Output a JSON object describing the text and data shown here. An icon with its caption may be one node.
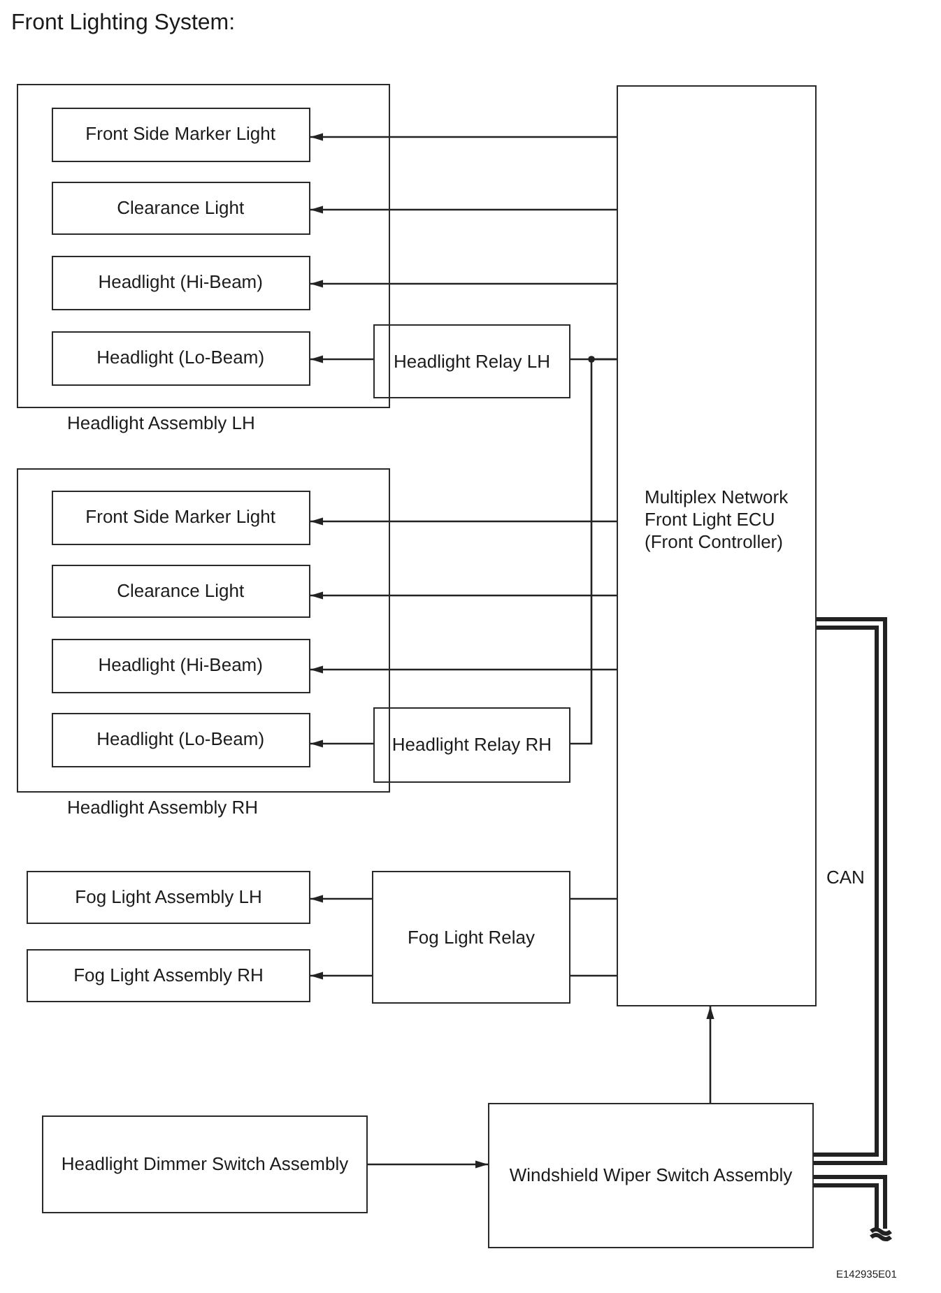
{
  "diagram": {
    "title": "Front Lighting System:",
    "nodes": [
      {
        "text": [
          "Headlight Assembly LH"
        ]
      },
      {
        "text": [
          "Front Side Marker Light"
        ],
        "in": 0
      },
      {
        "text": [
          "Clearance Light"
        ],
        "in": 0
      },
      {
        "text": [
          "Headlight (Hi-Beam)"
        ],
        "in": 0
      },
      {
        "text": [
          "Headlight (Lo-Beam)"
        ],
        "in": 0
      },
      {
        "text": [
          "Headlight Relay LH"
        ]
      },
      {
        "text": [
          "Headlight Assembly RH"
        ]
      },
      {
        "text": [
          "Front Side Marker Light"
        ],
        "in": 6
      },
      {
        "text": [
          "Clearance Light"
        ],
        "in": 6
      },
      {
        "text": [
          "Headlight (Hi-Beam)"
        ],
        "in": 6
      },
      {
        "text": [
          "Headlight (Lo-Beam)"
        ],
        "in": 6
      },
      {
        "text": [
          "Headlight Relay RH"
        ]
      },
      {
        "text": [
          "Multiplex Network Front Light ECU (Front Controller)"
        ]
      },
      {
        "text": [
          "Fog Light Assembly LH"
        ]
      },
      {
        "text": [
          "Fog Light Assembly RH"
        ]
      },
      {
        "text": [
          "Fog Light Relay"
        ]
      },
      {
        "text": [
          "Headlight Dimmer Switch Assembly"
        ]
      },
      {
        "text": [
          "Windshield Wiper Switch Assembly"
        ]
      }
    ],
    "edges": [
      {
        "from": 12,
        "to": 1,
        "arrow": "to"
      },
      {
        "from": 12,
        "to": 2,
        "arrow": "to"
      },
      {
        "from": 12,
        "to": 3,
        "arrow": "to"
      },
      {
        "from": 12,
        "to": 5,
        "arrow": "none"
      },
      {
        "from": 5,
        "to": 4,
        "arrow": "to"
      },
      {
        "from": 12,
        "to": 11,
        "arrow": "none"
      },
      {
        "from": 12,
        "to": 7,
        "arrow": "to"
      },
      {
        "from": 12,
        "to": 8,
        "arrow": "to"
      },
      {
        "from": 12,
        "to": 9,
        "arrow": "to"
      },
      {
        "from": 11,
        "to": 10,
        "arrow": "to"
      },
      {
        "from": 12,
        "to": 15,
        "arrow": "none"
      },
      {
        "from": 12,
        "to": 15,
        "arrow": "none"
      },
      {
        "from": 15,
        "to": 13,
        "arrow": "to"
      },
      {
        "from": 15,
        "to": 14,
        "arrow": "to"
      },
      {
        "from": 17,
        "to": 12,
        "arrow": "to"
      },
      {
        "from": 16,
        "to": 17,
        "arrow": "to"
      },
      {
        "from": 12,
        "to": 17,
        "arrow": "none",
        "label": "CAN",
        "style": "thick"
      },
      {
        "from": 17,
        "to": null,
        "arrow": "none",
        "style": "thick"
      }
    ],
    "labels": [
      "E142935E01"
    ]
  }
}
